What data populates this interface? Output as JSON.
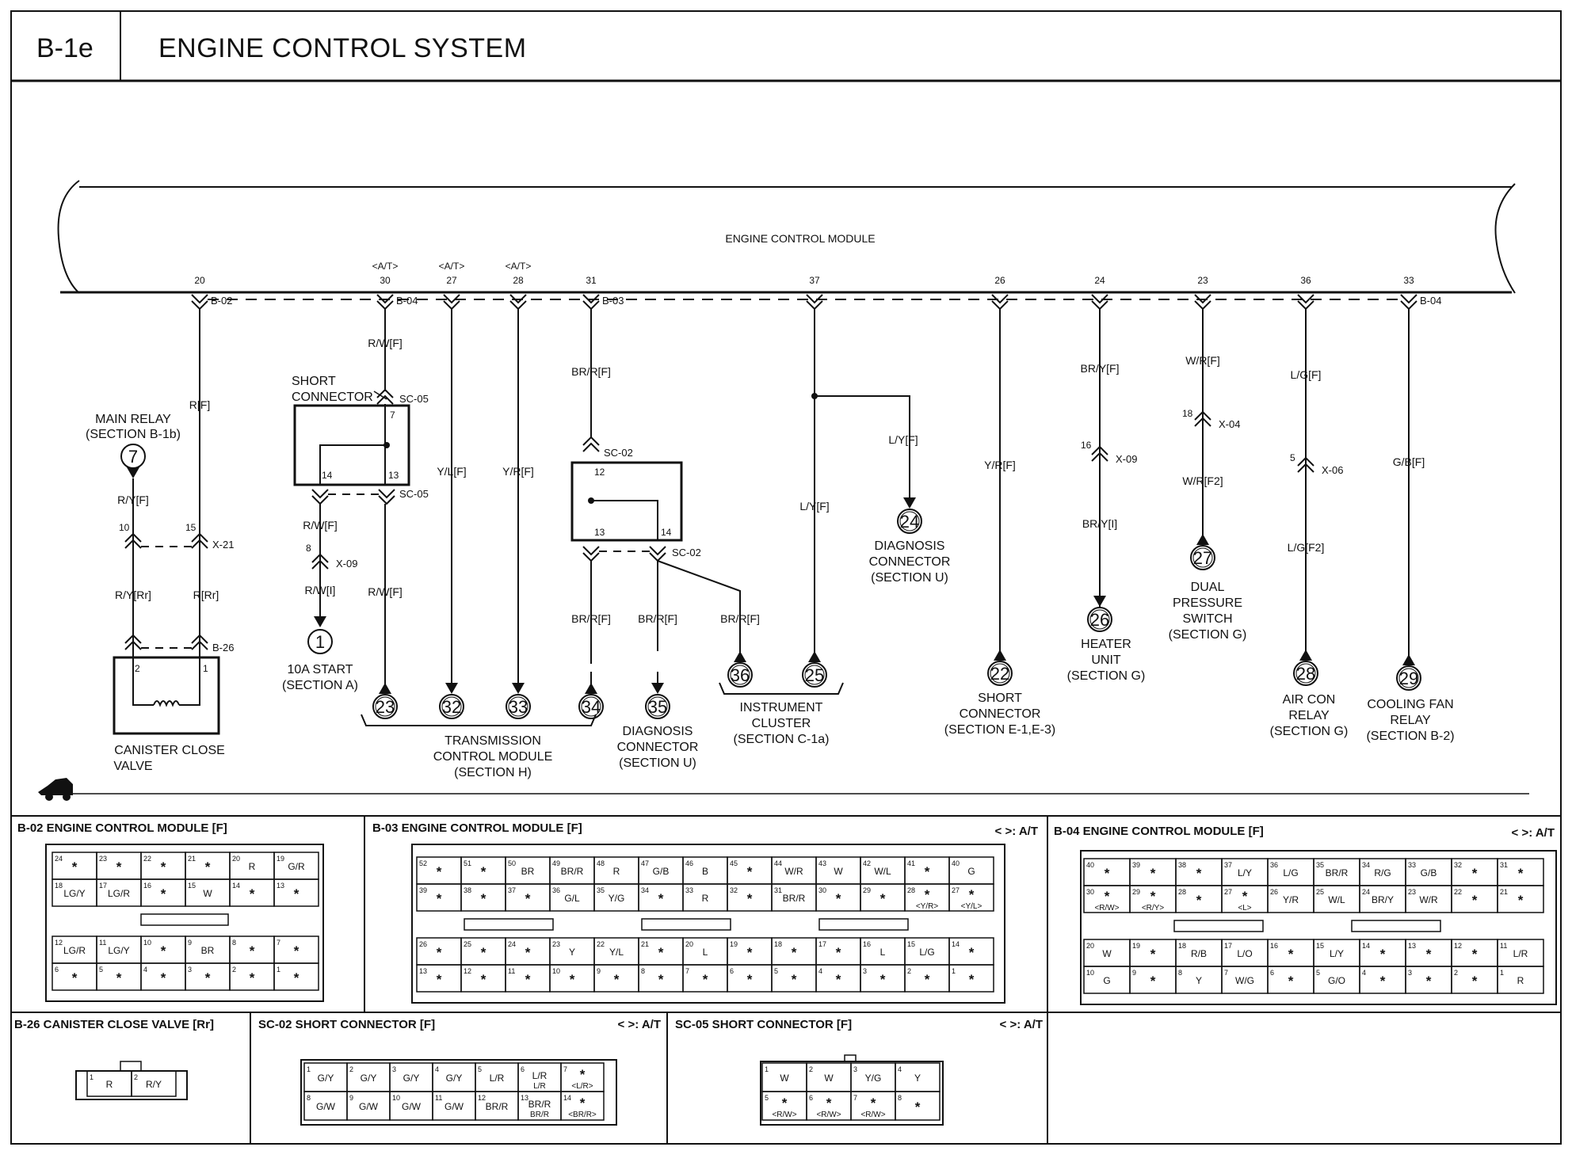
{
  "header": {
    "code": "B-1e",
    "title": "ENGINE CONTROL SYSTEM"
  },
  "module": {
    "name": "ENGINE CONTROL MODULE"
  },
  "pins": [
    {
      "pin": "20",
      "tag": "",
      "conn": "B-02",
      "wire": "R[F]"
    },
    {
      "pin": "30",
      "tag": "<A/T>",
      "conn": "B-04",
      "wire": "R/W[F]"
    },
    {
      "pin": "27",
      "tag": "<A/T>",
      "conn": "",
      "wire": "Y/L[F]"
    },
    {
      "pin": "28",
      "tag": "<A/T>",
      "conn": "",
      "wire": "Y/R[F]"
    },
    {
      "pin": "31",
      "tag": "",
      "conn": "B-03",
      "wire": "BR/R[F]"
    },
    {
      "pin": "37",
      "tag": "",
      "conn": "",
      "wire": "L/Y[F]"
    },
    {
      "pin": "26",
      "tag": "",
      "conn": "",
      "wire": "Y/R[F]"
    },
    {
      "pin": "24",
      "tag": "",
      "conn": "",
      "wire": "BR/Y[F]"
    },
    {
      "pin": "23",
      "tag": "",
      "conn": "",
      "wire": "W/R[F]"
    },
    {
      "pin": "36",
      "tag": "",
      "conn": "",
      "wire": "L/G[F]"
    },
    {
      "pin": "33",
      "tag": "",
      "conn": "B-04",
      "wire": "G/B[F]"
    }
  ],
  "wires": {
    "ry_f": "R/Y[F]",
    "ry_rr": "R/Y[Rr]",
    "r_rr": "R[Rr]",
    "rw_f": "R/W[F]",
    "rw_i": "R/W[I]",
    "brr_f": "BR/R[F]",
    "ly_f": "L/Y[F]",
    "bry_i": "BR/Y[I]",
    "wr_f2": "W/R[F2]",
    "lg_f2": "L/G[F2]"
  },
  "connectors": {
    "x21": "X-21",
    "b26": "B-26",
    "sc05": "SC-05",
    "x09": "X-09",
    "sc02": "SC-02",
    "x04": "X-04",
    "x06": "X-06"
  },
  "pin_numbers": {
    "p10": "10",
    "p15": "15",
    "p2": "2",
    "p1": "1",
    "p7": "7",
    "p14": "14",
    "p13": "13",
    "p8": "8",
    "p12": "12",
    "p16": "16",
    "p18": "18",
    "p5": "5"
  },
  "labels": {
    "main_relay": [
      "MAIN RELAY",
      "(SECTION B-1b)"
    ],
    "short_connector": [
      "SHORT",
      "CONNECTOR"
    ],
    "start": [
      "10A START",
      "(SECTION A)"
    ],
    "canister": [
      "CANISTER CLOSE",
      "VALVE"
    ],
    "tcm": [
      "TRANSMISSION",
      "CONTROL MODULE",
      "(SECTION H)"
    ],
    "diag35": [
      "DIAGNOSIS",
      "CONNECTOR",
      "(SECTION U)"
    ],
    "cluster": [
      "INSTRUMENT",
      "CLUSTER",
      "(SECTION C-1a)"
    ],
    "diag24": [
      "DIAGNOSIS",
      "CONNECTOR",
      "(SECTION U)"
    ],
    "short22": [
      "SHORT",
      "CONNECTOR",
      "(SECTION E-1,E-3)"
    ],
    "heater": [
      "HEATER",
      "UNIT",
      "(SECTION G)"
    ],
    "dual": [
      "DUAL",
      "PRESSURE",
      "SWITCH",
      "(SECTION G)"
    ],
    "aircon": [
      "AIR CON",
      "RELAY",
      "(SECTION G)"
    ],
    "fan": [
      "COOLING FAN",
      "RELAY",
      "(SECTION B-2)"
    ]
  },
  "circles": {
    "c7": "7",
    "c1": "1",
    "c23": "23",
    "c32": "32",
    "c33": "33",
    "c34": "34",
    "c35": "35",
    "c36": "36",
    "c25": "25",
    "c24": "24",
    "c22": "22",
    "c26": "26",
    "c27": "27",
    "c28": "28",
    "c29": "29"
  },
  "sections": {
    "b02": {
      "title": "B-02 ENGINE CONTROL MODULE [F]",
      "note": ""
    },
    "b03": {
      "title": "B-03 ENGINE CONTROL MODULE [F]",
      "note": "< >: A/T"
    },
    "b04": {
      "title": "B-04 ENGINE CONTROL MODULE [F]",
      "note": "< >: A/T"
    },
    "b26": {
      "title": "B-26 CANISTER CLOSE VALVE [Rr]",
      "note": ""
    },
    "sc02": {
      "title": "SC-02 SHORT CONNECTOR [F]",
      "note": "< >: A/T"
    },
    "sc05": {
      "title": "SC-05 SHORT CONNECTOR [F]",
      "note": "< >: A/T"
    }
  },
  "b02_grid": {
    "top": [
      [
        [
          "24",
          "*"
        ],
        [
          "23",
          "*"
        ],
        [
          "22",
          "*"
        ],
        [
          "21",
          "*"
        ],
        [
          "20",
          "R"
        ],
        [
          "19",
          "G/R"
        ]
      ],
      [
        [
          "18",
          "LG/Y"
        ],
        [
          "17",
          "LG/R"
        ],
        [
          "16",
          "*"
        ],
        [
          "15",
          "W"
        ],
        [
          "14",
          "*"
        ],
        [
          "13",
          "*"
        ]
      ]
    ],
    "bottom": [
      [
        [
          "12",
          "LG/R"
        ],
        [
          "11",
          "LG/Y"
        ],
        [
          "10",
          "*"
        ],
        [
          "9",
          "BR"
        ],
        [
          "8",
          "*"
        ],
        [
          "7",
          "*"
        ]
      ],
      [
        [
          "6",
          "*"
        ],
        [
          "5",
          "*"
        ],
        [
          "4",
          "*"
        ],
        [
          "3",
          "*"
        ],
        [
          "2",
          "*"
        ],
        [
          "1",
          "*"
        ]
      ]
    ]
  },
  "b03_grid": {
    "top": [
      [
        [
          "52",
          "*"
        ],
        [
          "51",
          "*"
        ],
        [
          "50",
          "BR"
        ],
        [
          "49",
          "BR/R"
        ],
        [
          "48",
          "R"
        ],
        [
          "47",
          "G/B"
        ],
        [
          "46",
          "B"
        ],
        [
          "45",
          "*"
        ],
        [
          "44",
          "W/R"
        ],
        [
          "43",
          "W"
        ],
        [
          "42",
          "W/L"
        ],
        [
          "41",
          "*"
        ],
        [
          "40",
          "G"
        ]
      ],
      [
        [
          "39",
          "*"
        ],
        [
          "38",
          "*"
        ],
        [
          "37",
          "*"
        ],
        [
          "36",
          "G/L"
        ],
        [
          "35",
          "Y/G"
        ],
        [
          "34",
          "*"
        ],
        [
          "33",
          "R"
        ],
        [
          "32",
          "*"
        ],
        [
          "31",
          "BR/R"
        ],
        [
          "30",
          "*"
        ],
        [
          "29",
          "*"
        ],
        [
          "28",
          "* <Y/R>"
        ],
        [
          "27",
          "* <Y/L>"
        ]
      ]
    ],
    "bottom": [
      [
        [
          "26",
          "*"
        ],
        [
          "25",
          "*"
        ],
        [
          "24",
          "*"
        ],
        [
          "23",
          "Y"
        ],
        [
          "22",
          "Y/L"
        ],
        [
          "21",
          "*"
        ],
        [
          "20",
          "L"
        ],
        [
          "19",
          "*"
        ],
        [
          "18",
          "*"
        ],
        [
          "17",
          "*"
        ],
        [
          "16",
          "L"
        ],
        [
          "15",
          "L/G"
        ],
        [
          "14",
          "*"
        ]
      ],
      [
        [
          "13",
          "*"
        ],
        [
          "12",
          "*"
        ],
        [
          "11",
          "*"
        ],
        [
          "10",
          "*"
        ],
        [
          "9",
          "*"
        ],
        [
          "8",
          "*"
        ],
        [
          "7",
          "*"
        ],
        [
          "6",
          "*"
        ],
        [
          "5",
          "*"
        ],
        [
          "4",
          "*"
        ],
        [
          "3",
          "*"
        ],
        [
          "2",
          "*"
        ],
        [
          "1",
          "*"
        ]
      ]
    ]
  },
  "b04_grid": {
    "top": [
      [
        [
          "40",
          "*"
        ],
        [
          "39",
          "*"
        ],
        [
          "38",
          "*"
        ],
        [
          "37",
          "L/Y"
        ],
        [
          "36",
          "L/G"
        ],
        [
          "35",
          "BR/R"
        ],
        [
          "34",
          "R/G"
        ],
        [
          "33",
          "G/B"
        ],
        [
          "32",
          "*"
        ],
        [
          "31",
          "*"
        ]
      ],
      [
        [
          "30",
          "* <R/W>"
        ],
        [
          "29",
          "* <R/Y>"
        ],
        [
          "28",
          "*"
        ],
        [
          "27",
          "* <L>"
        ],
        [
          "26",
          "Y/R"
        ],
        [
          "25",
          "W/L"
        ],
        [
          "24",
          "BR/Y"
        ],
        [
          "23",
          "W/R"
        ],
        [
          "22",
          "*"
        ],
        [
          "21",
          "*"
        ]
      ]
    ],
    "bottom": [
      [
        [
          "20",
          "W"
        ],
        [
          "19",
          "*"
        ],
        [
          "18",
          "R/B"
        ],
        [
          "17",
          "L/O"
        ],
        [
          "16",
          "*"
        ],
        [
          "15",
          "L/Y"
        ],
        [
          "14",
          "*"
        ],
        [
          "13",
          "*"
        ],
        [
          "12",
          "*"
        ],
        [
          "11",
          "L/R"
        ]
      ],
      [
        [
          "10",
          "G"
        ],
        [
          "9",
          "*"
        ],
        [
          "8",
          "Y"
        ],
        [
          "7",
          "W/G"
        ],
        [
          "6",
          "*"
        ],
        [
          "5",
          "G/O"
        ],
        [
          "4",
          "*"
        ],
        [
          "3",
          "*"
        ],
        [
          "2",
          "*"
        ],
        [
          "1",
          "R"
        ]
      ]
    ]
  },
  "b26_grid": [
    [
      "1",
      "R"
    ],
    [
      "2",
      "R/Y"
    ]
  ],
  "sc02_grid": [
    [
      [
        "1",
        "G/Y"
      ],
      [
        "2",
        "G/Y"
      ],
      [
        "3",
        "G/Y"
      ],
      [
        "4",
        "G/Y"
      ],
      [
        "5",
        "L/R"
      ],
      [
        "6",
        "L/R L/R"
      ],
      [
        "7",
        "* <L/R>"
      ]
    ],
    [
      [
        "8",
        "G/W"
      ],
      [
        "9",
        "G/W"
      ],
      [
        "10",
        "G/W"
      ],
      [
        "11",
        "G/W"
      ],
      [
        "12",
        "BR/R"
      ],
      [
        "13",
        "BR/R BR/R"
      ],
      [
        "14",
        "* <BR/R>"
      ]
    ]
  ],
  "sc05_grid": [
    [
      [
        "1",
        "W"
      ],
      [
        "2",
        "W"
      ],
      [
        "3",
        "Y/G"
      ],
      [
        "4",
        "Y"
      ]
    ],
    [
      [
        "5",
        "* <R/W>"
      ],
      [
        "6",
        "* <R/W>"
      ],
      [
        "7",
        "* <R/W>"
      ],
      [
        "8",
        "*"
      ]
    ]
  ]
}
